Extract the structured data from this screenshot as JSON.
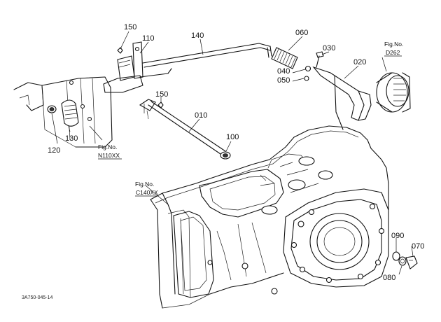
{
  "parts": [
    {
      "id": "p150a",
      "number": "150"
    },
    {
      "id": "p110",
      "number": "110"
    },
    {
      "id": "p140",
      "number": "140"
    },
    {
      "id": "p060",
      "number": "060"
    },
    {
      "id": "p030",
      "number": "030"
    },
    {
      "id": "p040",
      "number": "040"
    },
    {
      "id": "p050",
      "number": "050"
    },
    {
      "id": "p020",
      "number": "020"
    },
    {
      "id": "p150b",
      "number": "150"
    },
    {
      "id": "p010",
      "number": "010"
    },
    {
      "id": "p100",
      "number": "100"
    },
    {
      "id": "p120",
      "number": "120"
    },
    {
      "id": "p130",
      "number": "130"
    },
    {
      "id": "p090",
      "number": "090"
    },
    {
      "id": "p070",
      "number": "070"
    },
    {
      "id": "p080",
      "number": "080"
    }
  ],
  "figure_refs": [
    {
      "id": "d262",
      "caption": "Fig.No.",
      "ref": "D262"
    },
    {
      "id": "n110xx",
      "caption": "Fig.No.",
      "ref": "N110XX"
    },
    {
      "id": "c140xx",
      "caption": "Fig.No.",
      "ref": "C140XX"
    }
  ],
  "drawing_code": "3A750-045-14"
}
